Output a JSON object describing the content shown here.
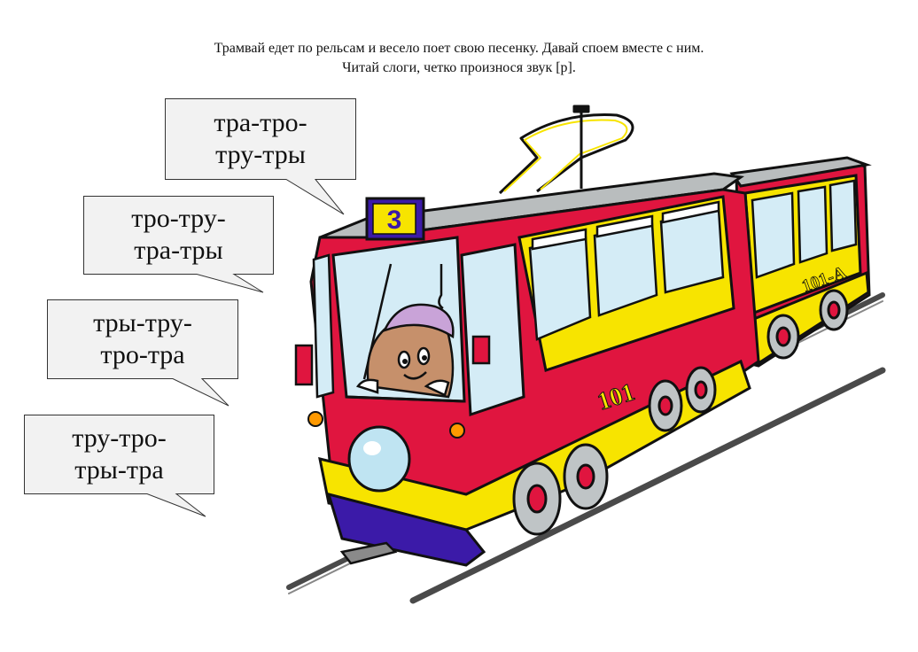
{
  "instructions": {
    "line1": "Трамвай едет по рельсам и весело поет свою песенку. Давай споем вместе с ним.",
    "line2": "Читай слоги, четко произнося звук [р]."
  },
  "bubbles": [
    {
      "line1": "тра-тро-",
      "line2": "тру-тры"
    },
    {
      "line1": "тро-тру-",
      "line2": "тра-тры"
    },
    {
      "line1": "тры-тру-",
      "line2": "тро-тра"
    },
    {
      "line1": "тру-тро-",
      "line2": "тры-тра"
    }
  ],
  "tram": {
    "route_number": "3",
    "car_number_front": "101",
    "car_number_rear": "101-А",
    "colors": {
      "body_red": "#e0153f",
      "yellow": "#f7e400",
      "purple": "#3b1aa8",
      "window_blue": "#d4ecf6",
      "roof_gray": "#b9bdbe"
    }
  }
}
